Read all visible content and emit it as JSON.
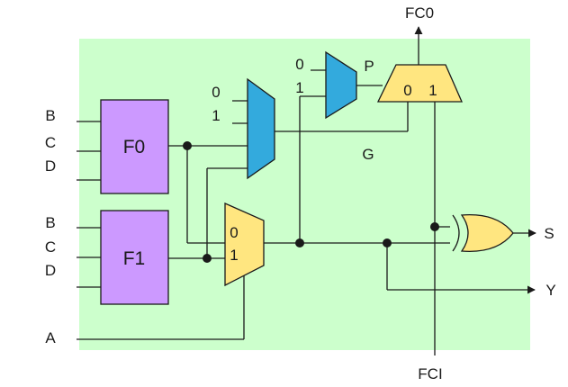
{
  "inputs": {
    "a": "A",
    "b1": "B",
    "c1": "C",
    "d1": "D",
    "b2": "B",
    "c2": "C",
    "d2": "D"
  },
  "outputs": {
    "fco": "FC0",
    "fci": "FCI",
    "s": "S",
    "y": "Y"
  },
  "blocks": {
    "f0": "F0",
    "f1": "F1"
  },
  "mux_main": {
    "in0": "0",
    "in1": "1"
  },
  "mux_g": {
    "in0": "0",
    "in1": "1"
  },
  "mux_p": {
    "in0": "0",
    "in1": "1",
    "label": "P"
  },
  "carry_mux": {
    "in0": "0",
    "in1": "1"
  },
  "signals": {
    "g": "G"
  },
  "colors": {
    "background_panel": "#ccffcc",
    "lut_block": "#cc99ff",
    "mux_blue": "#33aadd",
    "mux_yellow": "#ffe680",
    "wire": "#1a1a1a"
  }
}
